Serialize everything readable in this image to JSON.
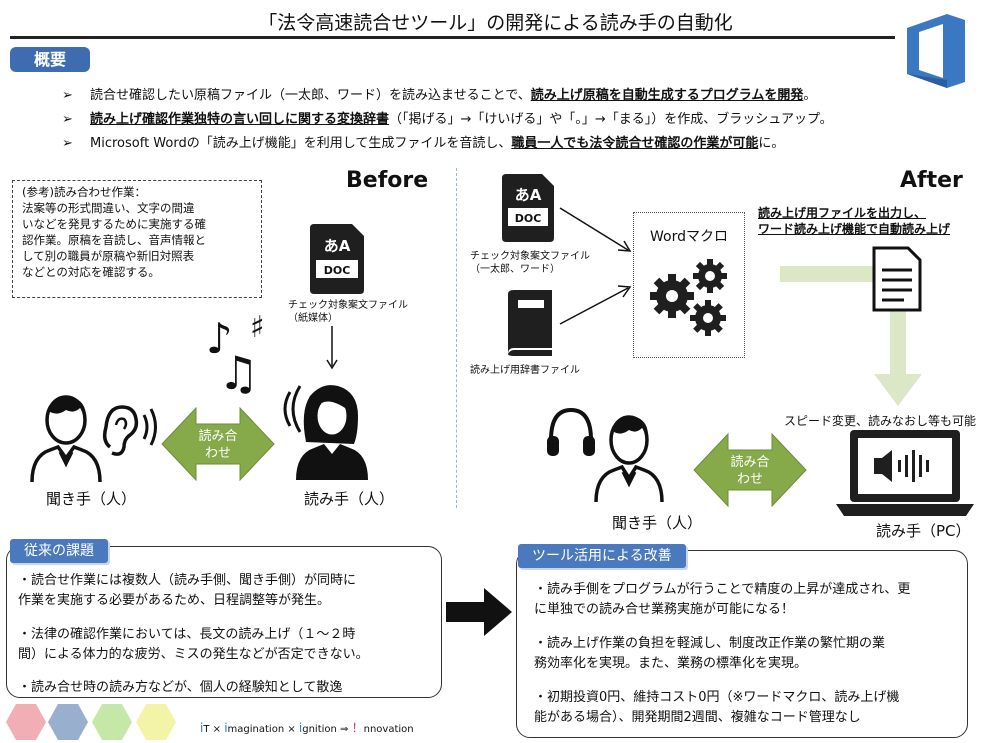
{
  "header": {
    "title": "「法令高速読合せツール」の開発による読み手の自動化"
  },
  "overview": {
    "badge": "概要",
    "bullet_mark": "➢",
    "items": [
      {
        "pre": "読合せ確認したい原稿ファイル（一太郎、ワード）を読み込ませることで、",
        "em": "読み上げ原稿を自動生成するプログラムを開発",
        "post": "。"
      },
      {
        "pre": "",
        "em": "読み上げ確認作業独特の言い回しに関する変換辞書",
        "post": "（「掲げる」→「けいげる」や「。」→「まる」）を作成、ブラッシュアップ。"
      },
      {
        "pre": "Microsoft Wordの「読み上げ機能」を利用して生成ファイルを音読し、",
        "em": "職員一人でも法令読合せ確認の作業が可能",
        "post": "に。"
      }
    ]
  },
  "before": {
    "heading": "Before",
    "note_lines": [
      "(参考)読み合わせ作業：",
      "法案等の形式間違い、文字の間違",
      "いなどを発見するために実施する確",
      "認作業。原稿を音読し、音声情報と",
      "して別の職員が原稿や新旧対照表",
      "などとの対応を確認する。"
    ],
    "doc_label": "DOC",
    "doc_glyph": "あA",
    "doc_caption": [
      "チェック対象案文ファイル",
      "（紙媒体）"
    ],
    "music_glyphs": [
      "♪",
      "♯",
      "♫"
    ],
    "arrow_label": [
      "読み合",
      "わせ"
    ],
    "listener": "聞き手（人）",
    "reader": "読み手（人）"
  },
  "after": {
    "heading": "After",
    "doc_label": "DOC",
    "doc_glyph": "あA",
    "doc_caption": [
      "チェック対象案文ファイル",
      "（一太郎、ワード）"
    ],
    "dict_caption": "読み上げ用辞書ファイル",
    "macro_label": "Wordマクロ",
    "output_text": [
      "読み上げ用ファイルを出力し、",
      "ワード読み上げ機能で自動読み上げ"
    ],
    "speed_note": "スピード変更、読みなおし等も可能",
    "arrow_label": [
      "読み合",
      "わせ"
    ],
    "listener": "聞き手（人）",
    "reader": "読み手（PC）"
  },
  "issues": {
    "badge": "従来の課題",
    "items": [
      [
        "・読合せ作業には複数人（読み手側、聞き手側）が同時に",
        "作業を実施する必要があるため、日程調整等が発生。"
      ],
      [
        "・法律の確認作業においては、長文の読み上げ（１～２時",
        "間）による体力的な疲労、ミスの発生などが否定できない。"
      ],
      [
        "・読み合せ時の読み方などが、個人の経験知として散逸"
      ]
    ]
  },
  "improvements": {
    "badge": "ツール活用による改善",
    "items": [
      [
        "・読み手側をプログラムが行うことで精度の上昇が達成され、更",
        "に単独での読み合せ業務実施が可能になる！"
      ],
      [
        "・読み上げ作業の負担を軽減し、制度改正作業の繁忙期の業",
        "務効率化を実現。また、業務の標準化を実現。"
      ],
      [
        "・初期投資0円、維持コスト0円（※ワードマクロ、読み上げ機",
        "能がある場合）、開発期間2週間、複雑なコード管理なし"
      ]
    ]
  },
  "footer": {
    "tagline": [
      "i",
      "T × ",
      "i",
      "magination × ",
      "i",
      "gnition ⇒ ",
      "！",
      "nnovation"
    ],
    "hex_colors": [
      "#f0a0a8",
      "#8da6c8",
      "#bfe6a0",
      "#f3f3a0"
    ]
  },
  "colors": {
    "accent": "#3f6cb1",
    "green": "#86a94a",
    "pale_green": "#dbe7c6",
    "icon_blue": "#3a78c2"
  }
}
